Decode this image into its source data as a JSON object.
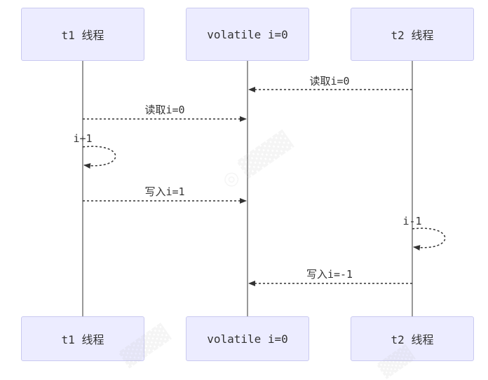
{
  "actors": [
    {
      "id": "t1",
      "label": "t1 线程"
    },
    {
      "id": "vol",
      "label": "volatile i=0"
    },
    {
      "id": "t2",
      "label": "t2 线程"
    }
  ],
  "messages": [
    {
      "from": "t2",
      "to": "vol",
      "label": "读取i=0"
    },
    {
      "from": "t1",
      "to": "vol",
      "label": "读取i=0"
    },
    {
      "from": "t1",
      "to": "t1",
      "label": "i+1"
    },
    {
      "from": "t1",
      "to": "vol",
      "label": "写入i=1"
    },
    {
      "from": "t2",
      "to": "t2",
      "label": "i-1"
    },
    {
      "from": "t2",
      "to": "vol",
      "label": "写入i=-1"
    }
  ],
  "colors": {
    "actor_fill": "#ececff",
    "actor_border": "#c9c9f0",
    "line": "#333333"
  }
}
